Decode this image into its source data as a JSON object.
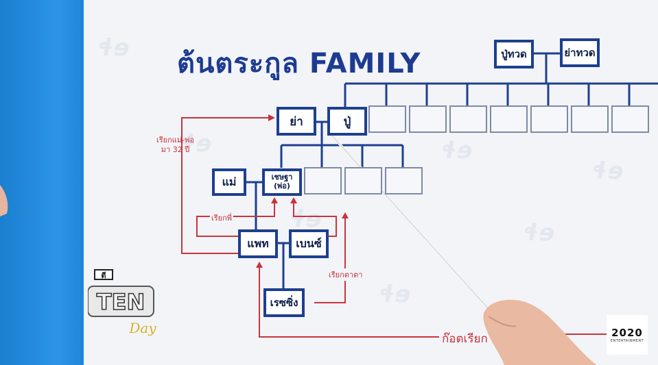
{
  "title": "ต้นตระกูล FAMILY",
  "people": {
    "great_grandfather": "ปู่ทวด",
    "great_grandmother": "ย่าทวด",
    "grandmother": "ย่า",
    "grandfather": "ปู่",
    "mother": "แม่",
    "father_line1": "เชษฐา",
    "father_line2": "(พ่อ)",
    "pat": "แพท",
    "ben": "เบนซ์",
    "racing": "เรซซิ่ง"
  },
  "annotations": {
    "call_parents_line1": "เรียกแม่-พ่อ",
    "call_parents_line2": "มา 32 ปี",
    "call_sibling": "เรียกพี่",
    "call_grandpa": "เรียกตาตา",
    "got_calls": "ก๊อตเรียก"
  },
  "logos": {
    "broadcaster_number": "2020",
    "broadcaster_sub": "ENTERTAINMENT",
    "show_text": "TEN",
    "show_script": "Day",
    "channel_mark": "ตี"
  },
  "colors": {
    "box_border": "#1d3f8f",
    "title": "#1d3b91",
    "annotation": "#c8343c",
    "left_bar": "#2b95e6"
  }
}
